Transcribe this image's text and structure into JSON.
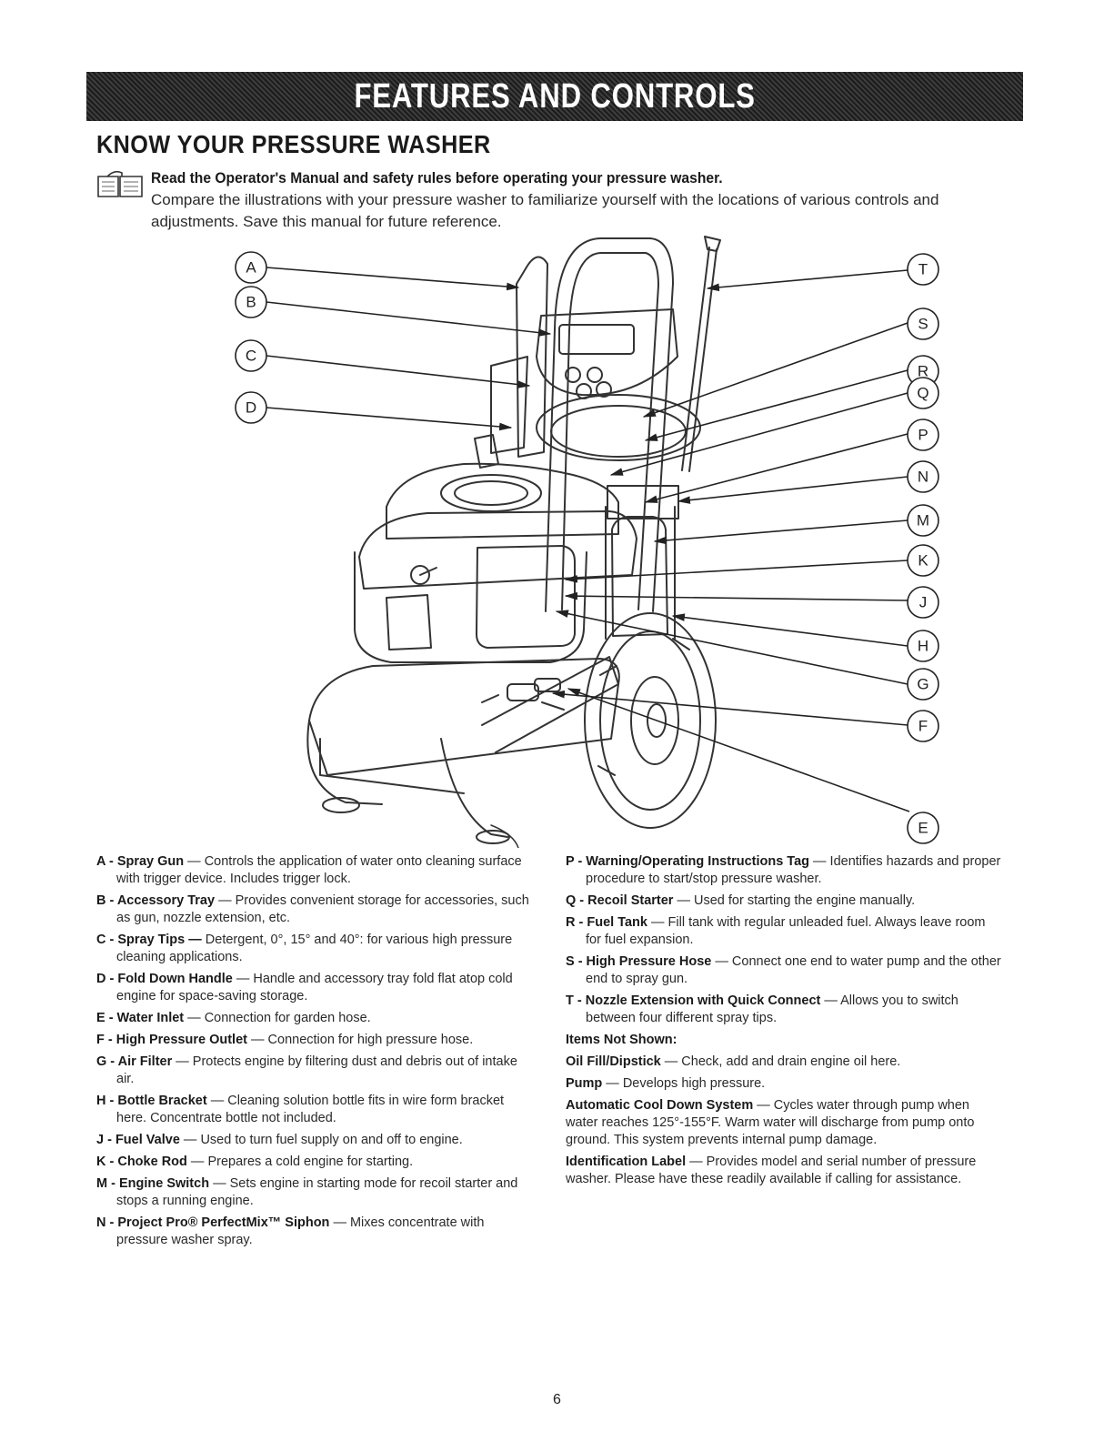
{
  "banner": {
    "title": "FEATURES AND CONTROLS"
  },
  "section": {
    "title": "KNOW YOUR PRESSURE WASHER"
  },
  "intro": {
    "bold": "Read the Operator's Manual and safety rules before operating your pressure washer.",
    "body": "Compare the illustrations with your pressure washer to familiarize yourself with the locations of various controls and adjustments. Save this manual for future reference."
  },
  "callouts": {
    "left": [
      "A",
      "B",
      "C",
      "D"
    ],
    "right": [
      "T",
      "S",
      "R",
      "Q",
      "P",
      "N",
      "M",
      "K",
      "J",
      "H",
      "G",
      "F",
      "E"
    ]
  },
  "legend_left": [
    {
      "term": "A - Spray Gun",
      "desc": " — Controls the application of water onto cleaning surface with trigger device. Includes trigger lock."
    },
    {
      "term": "B - Accessory Tray",
      "desc": " — Provides convenient storage for accessories, such as gun, nozzle extension, etc."
    },
    {
      "term": "C - Spray Tips —",
      "desc": " Detergent, 0°, 15° and 40°: for various high pressure cleaning applications."
    },
    {
      "term": "D - Fold Down Handle",
      "desc": " — Handle and accessory tray fold flat atop cold engine for space-saving storage."
    },
    {
      "term": "E - Water Inlet",
      "desc": " — Connection for garden hose."
    },
    {
      "term": "F - High Pressure Outlet",
      "desc": " — Connection for high pressure hose."
    },
    {
      "term": "G - Air Filter",
      "desc": " — Protects engine by filtering dust and debris out of intake air."
    },
    {
      "term": "H - Bottle Bracket",
      "desc": " — Cleaning solution bottle fits in wire form bracket here. Concentrate bottle not included."
    },
    {
      "term": "J - Fuel Valve",
      "desc": " — Used to turn fuel supply on and off to engine."
    },
    {
      "term": "K - Choke Rod",
      "desc": " — Prepares a cold engine for starting."
    },
    {
      "term": "M - Engine Switch",
      "desc": " — Sets engine in starting mode for recoil starter and stops a running engine."
    },
    {
      "term": "N - Project Pro® PerfectMix™ Siphon",
      "desc": " — Mixes concentrate with pressure washer spray."
    }
  ],
  "legend_right": [
    {
      "term": "P - Warning/Operating Instructions Tag",
      "desc": " — Identifies hazards and proper procedure to start/stop pressure washer."
    },
    {
      "term": "Q - Recoil Starter",
      "desc": " — Used for starting the engine manually."
    },
    {
      "term": "R - Fuel Tank",
      "desc": " — Fill tank with regular unleaded fuel. Always leave room for fuel expansion."
    },
    {
      "term": "S - High Pressure Hose",
      "desc": " — Connect one end to water pump and the other end to spray gun."
    },
    {
      "term": "T - Nozzle Extension with Quick Connect",
      "desc": " — Allows you to switch between four different spray tips."
    }
  ],
  "not_shown": {
    "heading": "Items Not Shown:",
    "items": [
      {
        "term": "Oil Fill/Dipstick",
        "desc": " — Check, add and drain engine oil here."
      },
      {
        "term": "Pump",
        "desc": " — Develops high pressure."
      },
      {
        "term": "Automatic Cool Down System",
        "desc": " — Cycles water through pump when water reaches 125°-155°F. Warm water will discharge from pump onto ground. This system prevents internal pump damage."
      },
      {
        "term": "Identification Label",
        "desc": " — Provides model and serial number of pressure washer. Please have these readily available if calling for assistance."
      }
    ]
  },
  "page": {
    "number": "6"
  }
}
